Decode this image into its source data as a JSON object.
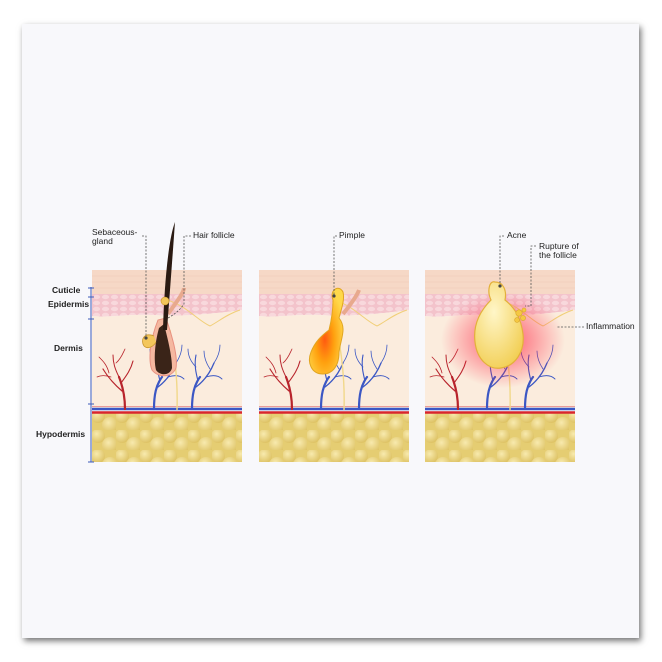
{
  "labels": {
    "sebaceous_gland_1": "Sebaceous-",
    "sebaceous_gland_2": "gland",
    "hair_follicle": "Hair follicle",
    "pimple": "Pimple",
    "acne": "Acne",
    "rupture_1": "Rupture of",
    "rupture_2": "the follicle",
    "inflammation": "Inflammation"
  },
  "layers": {
    "cuticle": "Cuticle",
    "epidermis": "Epidermis",
    "dermis": "Dermis",
    "hypodermis": "Hypodermis"
  },
  "colors": {
    "cuticle": "#f6d6c4",
    "epidermis": "#f4c7cd",
    "dermis": "#fbebdc",
    "hypodermis": "#e9d37d",
    "artery": "#d8262e",
    "vein": "#3b57c4",
    "hair": "#2a1a12",
    "sebum": "#f5c22a",
    "inflammation": "#e8283a"
  }
}
